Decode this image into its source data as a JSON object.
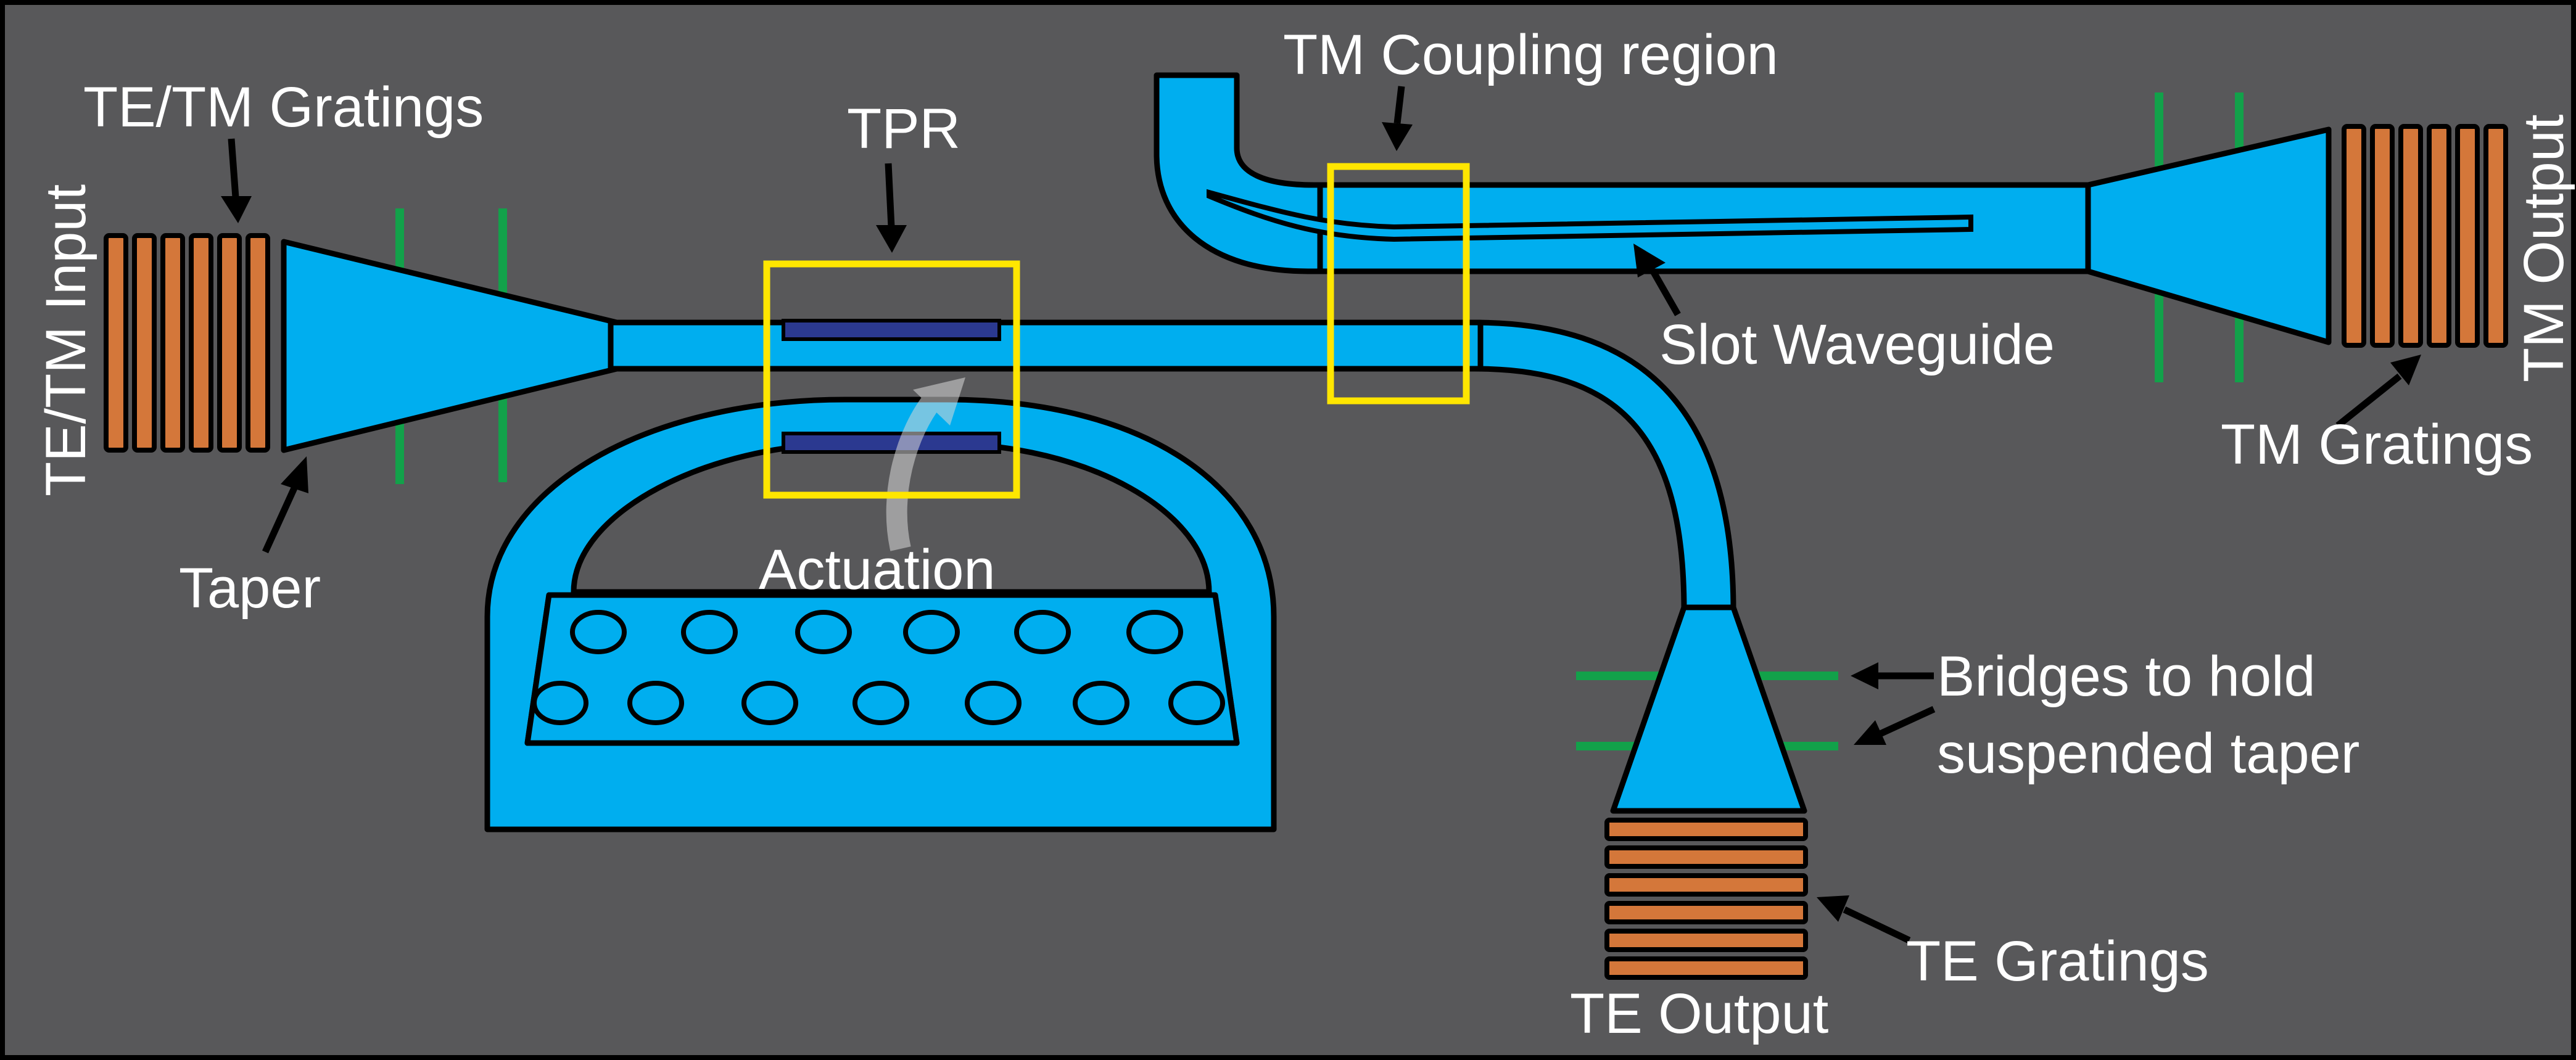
{
  "labels": {
    "te_tm_gratings": "TE/TM Gratings",
    "te_tm_input": "TE/TM Input",
    "taper": "Taper",
    "tpr": "TPR",
    "actuation": "Actuation",
    "tm_coupling_region": "TM Coupling region",
    "slot_waveguide": "Slot Waveguide",
    "tm_output": "TM Output",
    "tm_gratings": "TM Gratings",
    "bridges_line1": "Bridges to hold",
    "bridges_line2": "suspended taper",
    "te_gratings": "TE Gratings",
    "te_output": "TE Output"
  },
  "colors": {
    "background": "#58585a",
    "waveguide": "#00aeef",
    "grating": "#d4773a",
    "bridge": "#12a14a",
    "highlight_box": "#ffe600",
    "slab": "#2b3990",
    "text": "#ffffff"
  }
}
